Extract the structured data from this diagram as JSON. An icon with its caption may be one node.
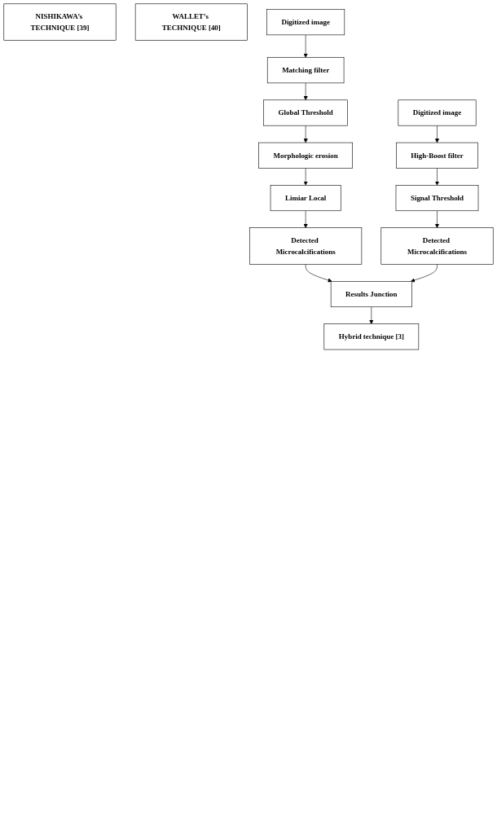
{
  "diagram": {
    "nodes": [
      {
        "text": [
          "NISHIKAWA’s TECHNIQUE [39]"
        ]
      },
      {
        "text": [
          "WALLET’s TECHNIQUE [40]"
        ]
      },
      {
        "text": [
          "Digitized image"
        ]
      },
      {
        "text": [
          "Matching filter"
        ]
      },
      {
        "text": [
          "Global Threshold"
        ]
      },
      {
        "text": [
          "Morphologic erosion"
        ]
      },
      {
        "text": [
          "Limiar Local"
        ]
      },
      {
        "text": [
          "Detected Microcalcifications"
        ]
      },
      {
        "text": [
          "Digitized image"
        ]
      },
      {
        "text": [
          "High-Boost filter"
        ]
      },
      {
        "text": [
          "Signal Threshold"
        ]
      },
      {
        "text": [
          "Detected Microcalcifications"
        ]
      },
      {
        "text": [
          "Results Junction"
        ]
      },
      {
        "text": [
          "Hybrid technique [3]"
        ]
      }
    ],
    "edges": [
      {
        "from": 2,
        "to": 3,
        "arrow": "to"
      },
      {
        "from": 3,
        "to": 4,
        "arrow": "to"
      },
      {
        "from": 4,
        "to": 5,
        "arrow": "to"
      },
      {
        "from": 5,
        "to": 6,
        "arrow": "to"
      },
      {
        "from": 6,
        "to": 7,
        "arrow": "to"
      },
      {
        "from": 8,
        "to": 9,
        "arrow": "to"
      },
      {
        "from": 9,
        "to": 10,
        "arrow": "to"
      },
      {
        "from": 10,
        "to": 11,
        "arrow": "to"
      },
      {
        "from": 7,
        "to": 12,
        "arrow": "to"
      },
      {
        "from": 11,
        "to": 12,
        "arrow": "to"
      },
      {
        "from": 12,
        "to": 13,
        "arrow": "to"
      }
    ]
  }
}
